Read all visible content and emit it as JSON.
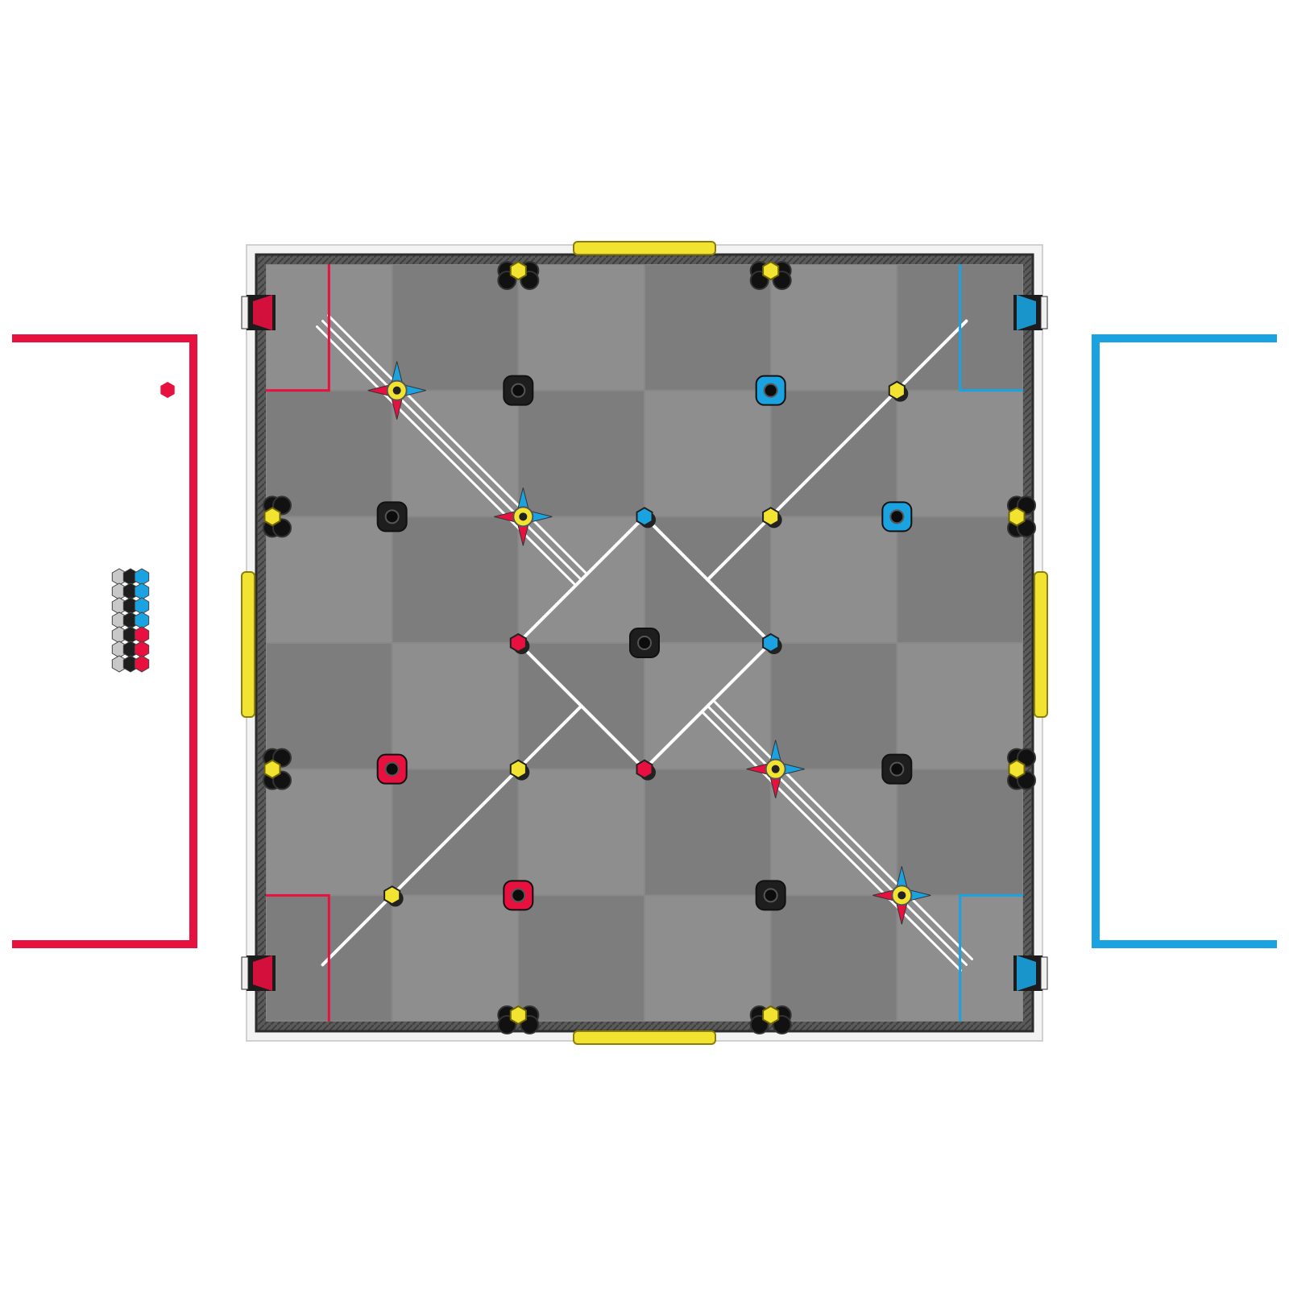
{
  "scene": "competition-field-top-view",
  "colors": {
    "background": "#ffffff",
    "red_alliance": "#e8103f",
    "blue_alliance": "#1aa3e0",
    "yellow_goal": "#f2e330",
    "tile_light": "#8e8e8e",
    "tile_dark": "#7d7d7d",
    "wall": "#575757",
    "tape_white": "#ffffff",
    "junction_black": "#1e1e1e"
  },
  "grid": {
    "rows": 6,
    "cols": 6
  },
  "stations": [
    {
      "alliance": "red",
      "side": "left"
    },
    {
      "alliance": "blue",
      "side": "right"
    }
  ],
  "terminals": [
    "red",
    "red",
    "blue",
    "blue"
  ],
  "ground_junctions": [
    {
      "col": 2,
      "row": 1,
      "fill": "black"
    },
    {
      "col": 4,
      "row": 1,
      "fill": "blue"
    },
    {
      "col": 1,
      "row": 2,
      "fill": "black"
    },
    {
      "col": 5,
      "row": 2,
      "fill": "blue"
    },
    {
      "col": 3,
      "row": 3,
      "fill": "black"
    },
    {
      "col": 1,
      "row": 4,
      "fill": "red"
    },
    {
      "col": 5,
      "row": 4,
      "fill": "black"
    },
    {
      "col": 2,
      "row": 5,
      "fill": "red"
    },
    {
      "col": 4,
      "row": 5,
      "fill": "black"
    }
  ],
  "cone_stars": [
    {
      "col": 1.1,
      "row": 1
    },
    {
      "col": 2.1,
      "row": 2
    },
    {
      "col": 4.1,
      "row": 4
    },
    {
      "col": 5.1,
      "row": 5
    }
  ],
  "pole_caps": [
    {
      "col": 3,
      "row": 2,
      "fill": "blue"
    },
    {
      "col": 2,
      "row": 3,
      "fill": "red"
    },
    {
      "col": 4,
      "row": 3,
      "fill": "blue"
    },
    {
      "col": 3,
      "row": 4,
      "fill": "red"
    },
    {
      "col": 4,
      "row": 2,
      "fill": "yellow"
    },
    {
      "col": 2,
      "row": 4,
      "fill": "yellow"
    },
    {
      "col": 5,
      "row": 1,
      "fill": "yellow"
    },
    {
      "col": 1,
      "row": 5,
      "fill": "yellow"
    }
  ],
  "cone_stock": [
    [
      "grey",
      "black",
      "blue"
    ],
    [
      "grey",
      "black",
      "blue"
    ],
    [
      "grey",
      "black",
      "blue"
    ],
    [
      "grey",
      "black",
      "blue"
    ],
    [
      "grey",
      "black",
      "red"
    ],
    [
      "grey",
      "black",
      "red"
    ],
    [
      "grey",
      "black",
      "red"
    ]
  ]
}
